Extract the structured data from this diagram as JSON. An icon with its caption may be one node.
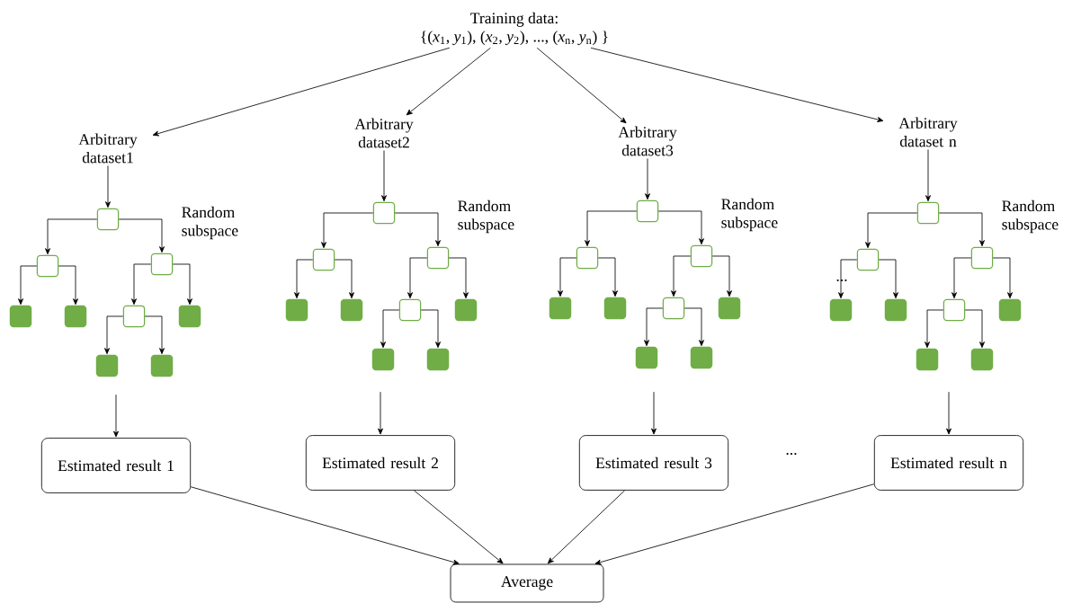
{
  "diagram": {
    "nodes": [
      {
        "text": [
          "Training data:",
          "{(*x*$_{1}$, *y*$_{1}$), (*x*$_{2}$, *y*$_{2}$), ..., (*x*$_{n}$, *y*$_{n}$) }"
        ]
      },
      {
        "text": [
          "Arbitrary dataset1"
        ]
      },
      {
        "text": [
          "Arbitrary dataset2"
        ]
      },
      {
        "text": [
          "Arbitrary dataset3"
        ]
      },
      {
        "text": [
          "Arbitrary dataset n"
        ]
      },
      {
        "text": [],
        "shape": "box"
      },
      {
        "text": [],
        "shape": "box"
      },
      {
        "text": [],
        "shape": "box"
      },
      {
        "text": [],
        "shape": "block"
      },
      {
        "text": [],
        "shape": "block"
      },
      {
        "text": [],
        "shape": "box"
      },
      {
        "text": [],
        "shape": "block"
      },
      {
        "text": [],
        "shape": "block"
      },
      {
        "text": [],
        "shape": "block"
      },
      {
        "text": [],
        "shape": "box"
      },
      {
        "text": [],
        "shape": "box"
      },
      {
        "text": [],
        "shape": "box"
      },
      {
        "text": [],
        "shape": "block"
      },
      {
        "text": [],
        "shape": "block"
      },
      {
        "text": [],
        "shape": "box"
      },
      {
        "text": [],
        "shape": "block"
      },
      {
        "text": [],
        "shape": "block"
      },
      {
        "text": [],
        "shape": "block"
      },
      {
        "text": [],
        "shape": "box"
      },
      {
        "text": [],
        "shape": "box"
      },
      {
        "text": [],
        "shape": "box"
      },
      {
        "text": [],
        "shape": "block"
      },
      {
        "text": [],
        "shape": "block"
      },
      {
        "text": [],
        "shape": "box"
      },
      {
        "text": [],
        "shape": "block"
      },
      {
        "text": [],
        "shape": "block"
      },
      {
        "text": [],
        "shape": "block"
      },
      {
        "text": [],
        "shape": "box"
      },
      {
        "text": [],
        "shape": "box"
      },
      {
        "text": [],
        "shape": "box"
      },
      {
        "text": [],
        "shape": "block"
      },
      {
        "text": [],
        "shape": "block"
      },
      {
        "text": [],
        "shape": "box"
      },
      {
        "text": [],
        "shape": "block"
      },
      {
        "text": [],
        "shape": "block"
      },
      {
        "text": [],
        "shape": "block"
      },
      {
        "text": [
          "Estimated result 1"
        ]
      },
      {
        "text": [
          "Estimated result 2"
        ]
      },
      {
        "text": [
          "Estimated result 3"
        ]
      },
      {
        "text": [
          "Estimated result n"
        ]
      },
      {
        "text": [
          "Average"
        ]
      }
    ],
    "edges": [
      {
        "from": 0,
        "to": 1,
        "arrow": "to"
      },
      {
        "from": 0,
        "to": 2,
        "arrow": "to"
      },
      {
        "from": 0,
        "to": 3,
        "arrow": "to"
      },
      {
        "from": 0,
        "to": 4,
        "arrow": "to"
      },
      {
        "from": 1,
        "to": 5,
        "arrow": "to"
      },
      {
        "from": 2,
        "to": 14,
        "arrow": "to"
      },
      {
        "from": 3,
        "to": 23,
        "arrow": "to"
      },
      {
        "from": 4,
        "to": 32,
        "arrow": "to"
      },
      {
        "from": 5,
        "to": 6,
        "arrow": "to"
      },
      {
        "from": 5,
        "to": 7,
        "arrow": "to"
      },
      {
        "from": 6,
        "to": 8,
        "arrow": "to"
      },
      {
        "from": 6,
        "to": 9,
        "arrow": "to"
      },
      {
        "from": 7,
        "to": 10,
        "arrow": "to"
      },
      {
        "from": 7,
        "to": 11,
        "arrow": "to"
      },
      {
        "from": 10,
        "to": 12,
        "arrow": "to"
      },
      {
        "from": 10,
        "to": 13,
        "arrow": "to"
      },
      {
        "from": 14,
        "to": 15,
        "arrow": "to"
      },
      {
        "from": 14,
        "to": 16,
        "arrow": "to"
      },
      {
        "from": 15,
        "to": 17,
        "arrow": "to"
      },
      {
        "from": 15,
        "to": 18,
        "arrow": "to"
      },
      {
        "from": 16,
        "to": 19,
        "arrow": "to"
      },
      {
        "from": 16,
        "to": 20,
        "arrow": "to"
      },
      {
        "from": 19,
        "to": 21,
        "arrow": "to"
      },
      {
        "from": 19,
        "to": 22,
        "arrow": "to"
      },
      {
        "from": 23,
        "to": 24,
        "arrow": "to"
      },
      {
        "from": 23,
        "to": 25,
        "arrow": "to"
      },
      {
        "from": 24,
        "to": 26,
        "arrow": "to"
      },
      {
        "from": 24,
        "to": 27,
        "arrow": "to"
      },
      {
        "from": 25,
        "to": 28,
        "arrow": "to"
      },
      {
        "from": 25,
        "to": 29,
        "arrow": "to"
      },
      {
        "from": 28,
        "to": 30,
        "arrow": "to"
      },
      {
        "from": 28,
        "to": 31,
        "arrow": "to"
      },
      {
        "from": 32,
        "to": 33,
        "arrow": "to"
      },
      {
        "from": 32,
        "to": 34,
        "arrow": "to"
      },
      {
        "from": 33,
        "to": 35,
        "arrow": "to"
      },
      {
        "from": 33,
        "to": 36,
        "arrow": "to"
      },
      {
        "from": 34,
        "to": 37,
        "arrow": "to"
      },
      {
        "from": 34,
        "to": 38,
        "arrow": "to"
      },
      {
        "from": 37,
        "to": 39,
        "arrow": "to"
      },
      {
        "from": 37,
        "to": 40,
        "arrow": "to"
      },
      {
        "from": null,
        "to": 41,
        "arrow": "to"
      },
      {
        "from": null,
        "to": 42,
        "arrow": "to"
      },
      {
        "from": null,
        "to": 43,
        "arrow": "to"
      },
      {
        "from": null,
        "to": 44,
        "arrow": "to"
      },
      {
        "from": 41,
        "to": 45,
        "arrow": "to"
      },
      {
        "from": 42,
        "to": 45,
        "arrow": "to"
      },
      {
        "from": 43,
        "to": 45,
        "arrow": "to"
      },
      {
        "from": 44,
        "to": 45,
        "arrow": "to"
      }
    ],
    "labels": [
      "Random subspace",
      "Random subspace",
      "Random subspace",
      "Random subspace",
      "...",
      "..."
    ]
  }
}
